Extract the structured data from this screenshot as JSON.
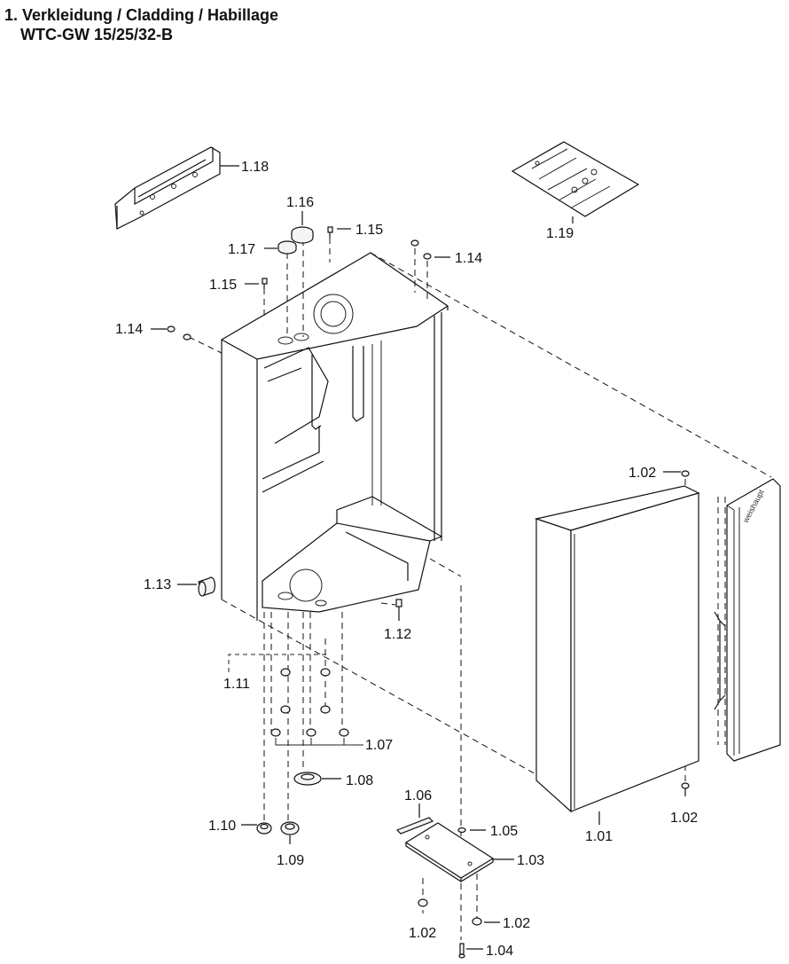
{
  "title": {
    "line1": "1. Verkleidung / Cladding / Habillage",
    "line2": "WTC-GW 15/25/32-B"
  },
  "labels": {
    "p101": "1.01",
    "p102a": "1.02",
    "p102b": "1.02",
    "p102c": "1.02",
    "p102d": "1.02",
    "p103": "1.03",
    "p104": "1.04",
    "p105": "1.05",
    "p106": "1.06",
    "p107": "1.07",
    "p108": "1.08",
    "p109": "1.09",
    "p110": "1.10",
    "p111": "1.11",
    "p112": "1.12",
    "p113": "1.13",
    "p114a": "1.14",
    "p114b": "1.14",
    "p115a": "1.15",
    "p115b": "1.15",
    "p116": "1.16",
    "p117": "1.17",
    "p118": "1.18",
    "p119": "1.19"
  },
  "brand": "weishaupt"
}
